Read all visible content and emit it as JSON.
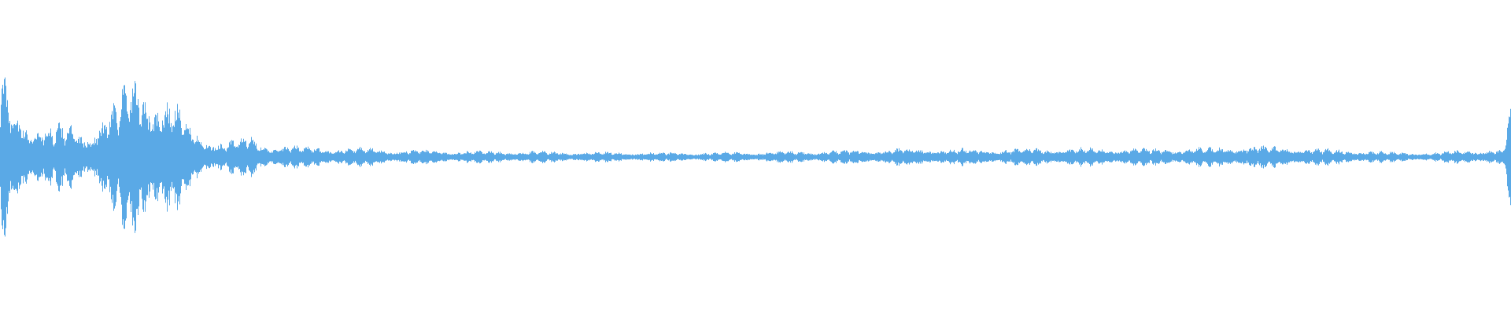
{
  "waveform": {
    "color": "#5aa9e6",
    "background": "#ffffff",
    "envelope": [
      {
        "t": 0.0,
        "a": 0.72
      },
      {
        "t": 0.004,
        "a": 0.55
      },
      {
        "t": 0.01,
        "a": 0.38
      },
      {
        "t": 0.02,
        "a": 0.3
      },
      {
        "t": 0.035,
        "a": 0.22
      },
      {
        "t": 0.045,
        "a": 0.26
      },
      {
        "t": 0.055,
        "a": 0.18
      },
      {
        "t": 0.068,
        "a": 0.32
      },
      {
        "t": 0.08,
        "a": 0.5
      },
      {
        "t": 0.09,
        "a": 0.62
      },
      {
        "t": 0.097,
        "a": 0.6
      },
      {
        "t": 0.105,
        "a": 0.48
      },
      {
        "t": 0.115,
        "a": 0.42
      },
      {
        "t": 0.125,
        "a": 0.25
      },
      {
        "t": 0.135,
        "a": 0.16
      },
      {
        "t": 0.15,
        "a": 0.12
      },
      {
        "t": 0.165,
        "a": 0.16
      },
      {
        "t": 0.175,
        "a": 0.1
      },
      {
        "t": 0.2,
        "a": 0.08
      },
      {
        "t": 0.24,
        "a": 0.07
      },
      {
        "t": 0.26,
        "a": 0.06
      },
      {
        "t": 0.3,
        "a": 0.05
      },
      {
        "t": 0.35,
        "a": 0.045
      },
      {
        "t": 0.4,
        "a": 0.04
      },
      {
        "t": 0.45,
        "a": 0.035
      },
      {
        "t": 0.5,
        "a": 0.04
      },
      {
        "t": 0.55,
        "a": 0.05
      },
      {
        "t": 0.6,
        "a": 0.065
      },
      {
        "t": 0.65,
        "a": 0.06
      },
      {
        "t": 0.7,
        "a": 0.07
      },
      {
        "t": 0.75,
        "a": 0.065
      },
      {
        "t": 0.8,
        "a": 0.07
      },
      {
        "t": 0.82,
        "a": 0.085
      },
      {
        "t": 0.85,
        "a": 0.08
      },
      {
        "t": 0.88,
        "a": 0.06
      },
      {
        "t": 0.92,
        "a": 0.04
      },
      {
        "t": 0.95,
        "a": 0.035
      },
      {
        "t": 0.975,
        "a": 0.06
      },
      {
        "t": 0.995,
        "a": 0.05
      },
      {
        "t": 1.0,
        "a": 0.4
      }
    ]
  }
}
